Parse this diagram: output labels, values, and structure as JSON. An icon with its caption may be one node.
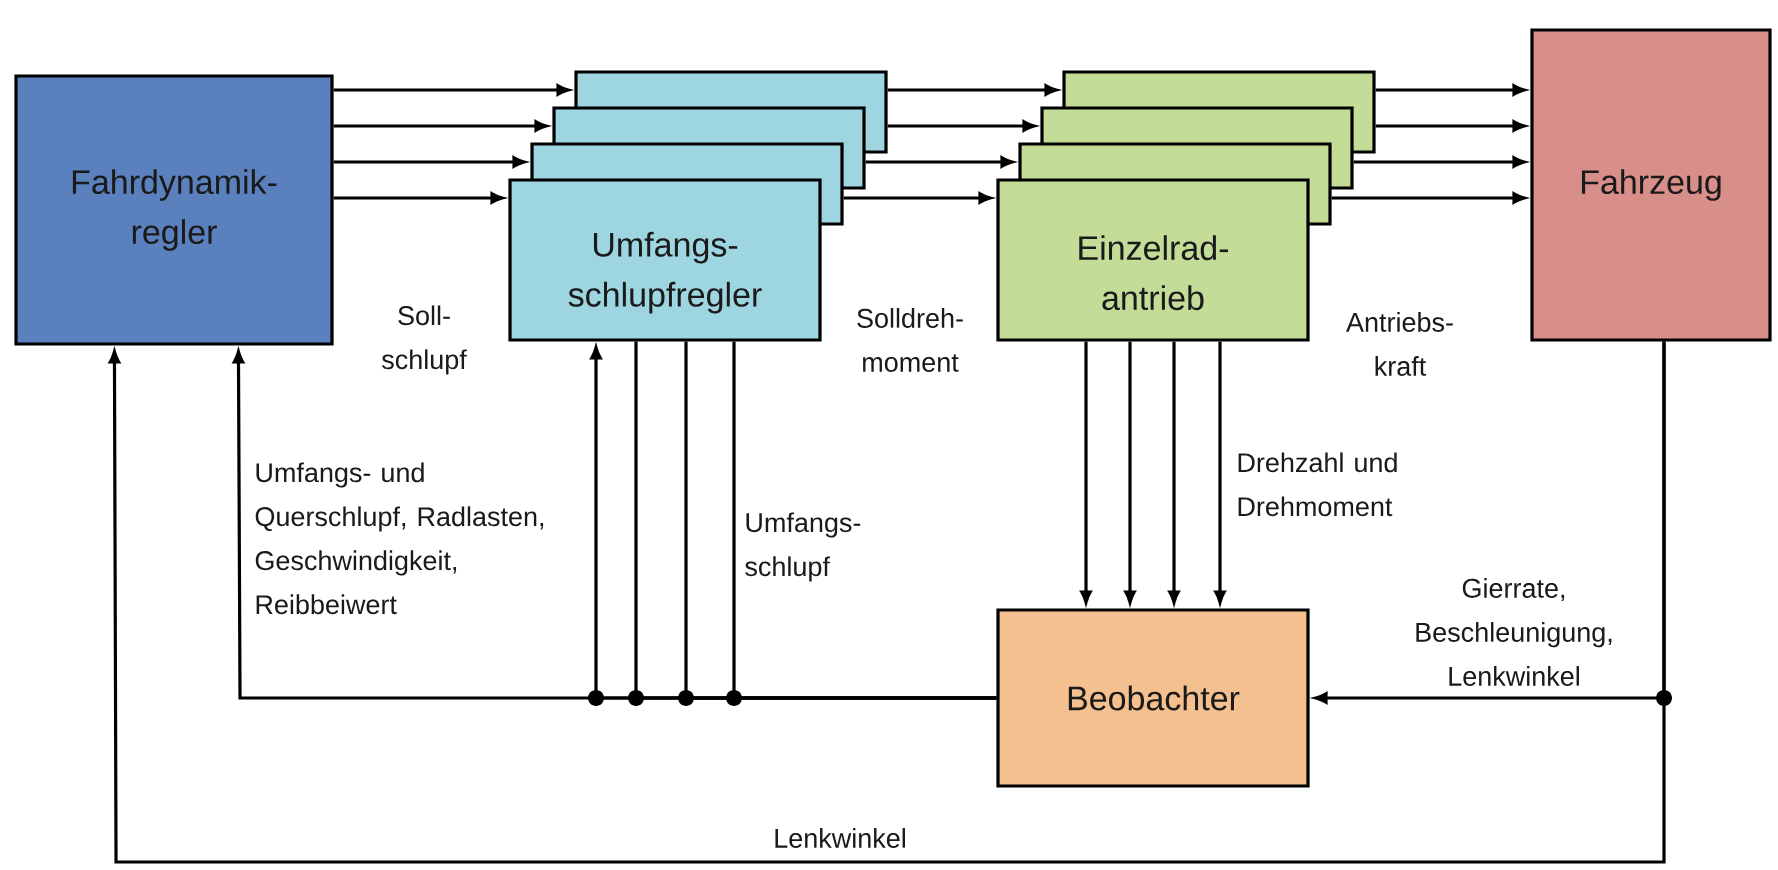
{
  "diagram": {
    "nodes": [
      {
        "text": [
          "Fahrdynamik- regler"
        ]
      },
      {
        "text": [
          "Umfangs- schlupfregler"
        ]
      },
      {
        "text": [],
        "shape": "box"
      },
      {
        "text": [],
        "shape": "box"
      },
      {
        "text": [],
        "shape": "box"
      },
      {
        "text": [
          "Einzelrad- antrieb"
        ]
      },
      {
        "text": [],
        "shape": "box"
      },
      {
        "text": [],
        "shape": "box"
      },
      {
        "text": [],
        "shape": "box"
      },
      {
        "text": [
          "Fahrzeug"
        ]
      },
      {
        "text": [
          "Beobachter"
        ]
      }
    ],
    "edges": [
      {
        "from": 0,
        "to": 1,
        "arrow": "to"
      },
      {
        "from": 0,
        "to": 2,
        "arrow": "to"
      },
      {
        "from": 0,
        "to": 3,
        "arrow": "to"
      },
      {
        "from": 0,
        "to": 4,
        "arrow": "to"
      },
      {
        "from": 2,
        "to": 5,
        "arrow": "to"
      },
      {
        "from": 3,
        "to": 6,
        "arrow": "to"
      },
      {
        "from": 4,
        "to": 7,
        "arrow": "to"
      },
      {
        "from": 4,
        "to": 8,
        "arrow": "to"
      },
      {
        "from": 6,
        "to": 9,
        "arrow": "to"
      },
      {
        "from": 7,
        "to": 9,
        "arrow": "to"
      },
      {
        "from": 8,
        "to": 9,
        "arrow": "to"
      },
      {
        "from": 8,
        "to": 9,
        "arrow": "to"
      },
      {
        "from": 10,
        "to": 0,
        "arrow": "to"
      },
      {
        "from": 10,
        "to": 1,
        "arrow": "to"
      },
      {
        "from": 10,
        "to": 1,
        "arrow": "none"
      },
      {
        "from": 10,
        "to": 1,
        "arrow": "none"
      },
      {
        "from": 10,
        "to": 1,
        "arrow": "none"
      },
      {
        "from": 5,
        "to": 10,
        "arrow": "to"
      },
      {
        "from": 5,
        "to": 10,
        "arrow": "to"
      },
      {
        "from": 5,
        "to": 10,
        "arrow": "to"
      },
      {
        "from": 5,
        "to": 10,
        "arrow": "to"
      },
      {
        "from": 9,
        "to": 10,
        "arrow": "to",
        "label": "Gierrate, Beschleunigung, Lenkwinkel"
      },
      {
        "from": 9,
        "to": 0,
        "arrow": "to",
        "label": "Lenkwinkel"
      }
    ],
    "labels": [
      "Soll- schlupf",
      "Solldreh- moment",
      "Antriebs- kraft",
      "Drehzahl und Drehmoment",
      "Umfangs- und Querschlupf, Radlasten, Geschwindigkeit, Reibbeiwert",
      "Umfangs- schlupf"
    ]
  }
}
